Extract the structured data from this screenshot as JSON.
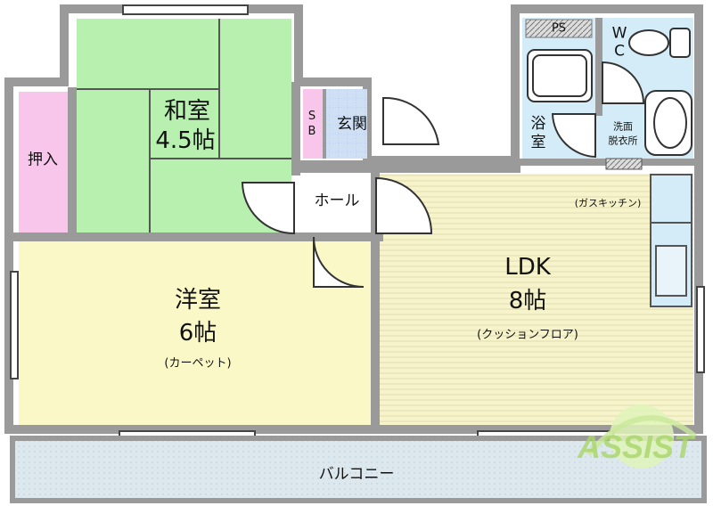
{
  "rooms": {
    "washitsu_name": "和室",
    "washitsu_size": "4.5帖",
    "oshiire": "押入",
    "sb": "S\nB",
    "genkan": "玄関",
    "hall": "ホール",
    "yoshitsu_name": "洋室",
    "yoshitsu_size": "6帖",
    "yoshitsu_floor": "(カーペット)",
    "ldk_name": "LDK",
    "ldk_size": "8帖",
    "ldk_floor": "(クッションフロア)",
    "kitchen": "(ガスキッチン)",
    "ps": "PS",
    "wc": "W\nC",
    "bath": "浴\n室",
    "senmen_1": "洗面",
    "senmen_2": "脱衣所",
    "balcony": "バルコニー"
  },
  "logo": {
    "text": "ASSIST"
  },
  "colors": {
    "tatami": "#b8f0b0",
    "oshiire": "#f7c6ea",
    "yoshitsu": "#fbf8c8",
    "ldk": "#f7f4cc",
    "genkan_tile": "#cfe0f5",
    "wet": "#d4ecf7",
    "balcony": "#dce8ee",
    "wall": "#9a9a9a"
  }
}
